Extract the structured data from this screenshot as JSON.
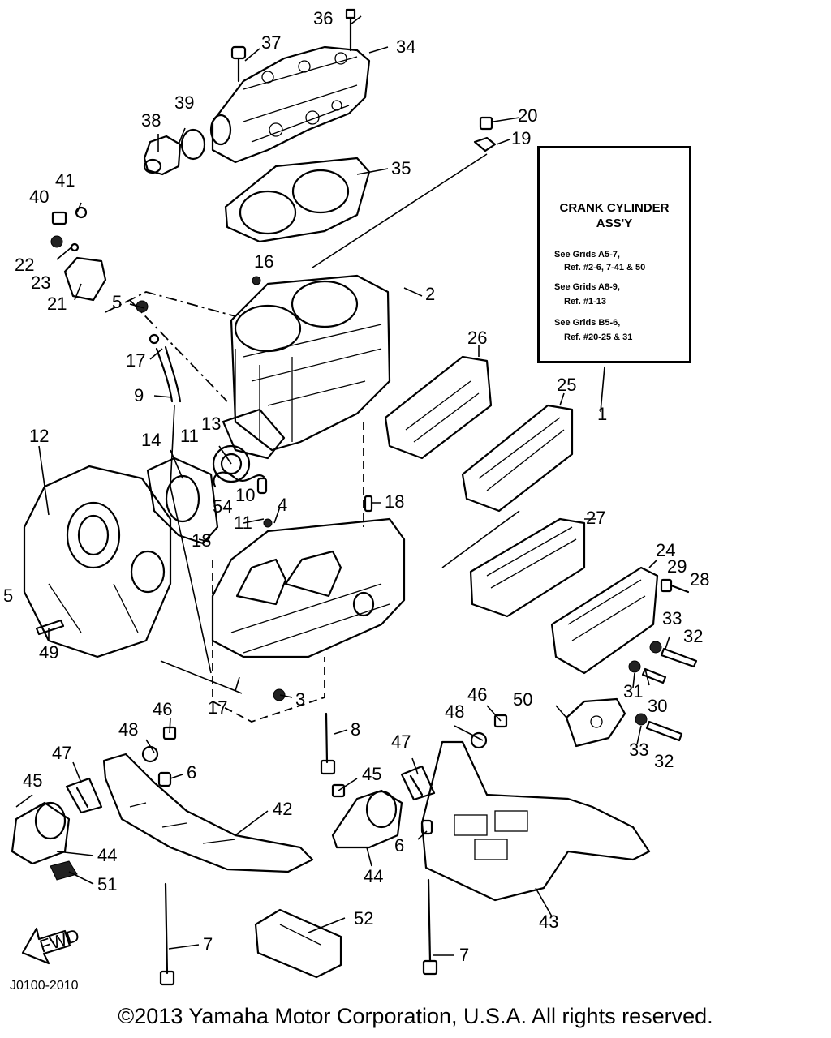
{
  "note_box": {
    "title_line1": "CRANK CYLINDER",
    "title_line2": "ASS'Y",
    "refs": [
      "See Grids A5-7,",
      "Ref. #2-6, 7-41 & 50",
      "See Grids A8-9,",
      "Ref. #1-13",
      "See Grids B5-6,",
      "Ref. #20-25 & 31"
    ]
  },
  "fwd_label": "FWD",
  "drawing_code": "J0100-2010",
  "copyright": "©2013 Yamaha Motor Corporation, U.S.A. All rights reserved.",
  "callouts": {
    "c1": "1",
    "c2": "2",
    "c3": "3",
    "c4": "4",
    "c5": "5",
    "c5b": "5",
    "c6a": "6",
    "c6b": "6",
    "c7a": "7",
    "c7b": "7",
    "c8": "8",
    "c9": "9",
    "c10": "10",
    "c11a": "11",
    "c11b": "11",
    "c12": "12",
    "c13": "13",
    "c14": "14",
    "c16": "16",
    "c17a": "17",
    "c17b": "17",
    "c18a": "18",
    "c18b": "18",
    "c19": "19",
    "c20": "20",
    "c21": "21",
    "c22": "22",
    "c23": "23",
    "c24": "24",
    "c25": "25",
    "c26": "26",
    "c27": "27",
    "c28": "28",
    "c29": "29",
    "c30": "30",
    "c31": "31",
    "c32a": "32",
    "c32b": "32",
    "c33a": "33",
    "c33b": "33",
    "c34": "34",
    "c35": "35",
    "c36": "36",
    "c37": "37",
    "c38": "38",
    "c39": "39",
    "c40": "40",
    "c41": "41",
    "c42": "42",
    "c43": "43",
    "c44a": "44",
    "c44b": "44",
    "c45a": "45",
    "c45b": "45",
    "c46a": "46",
    "c46b": "46",
    "c47a": "47",
    "c47b": "47",
    "c48a": "48",
    "c48b": "48",
    "c49": "49",
    "c50": "50",
    "c51": "51",
    "c52": "52",
    "c54": "54"
  }
}
